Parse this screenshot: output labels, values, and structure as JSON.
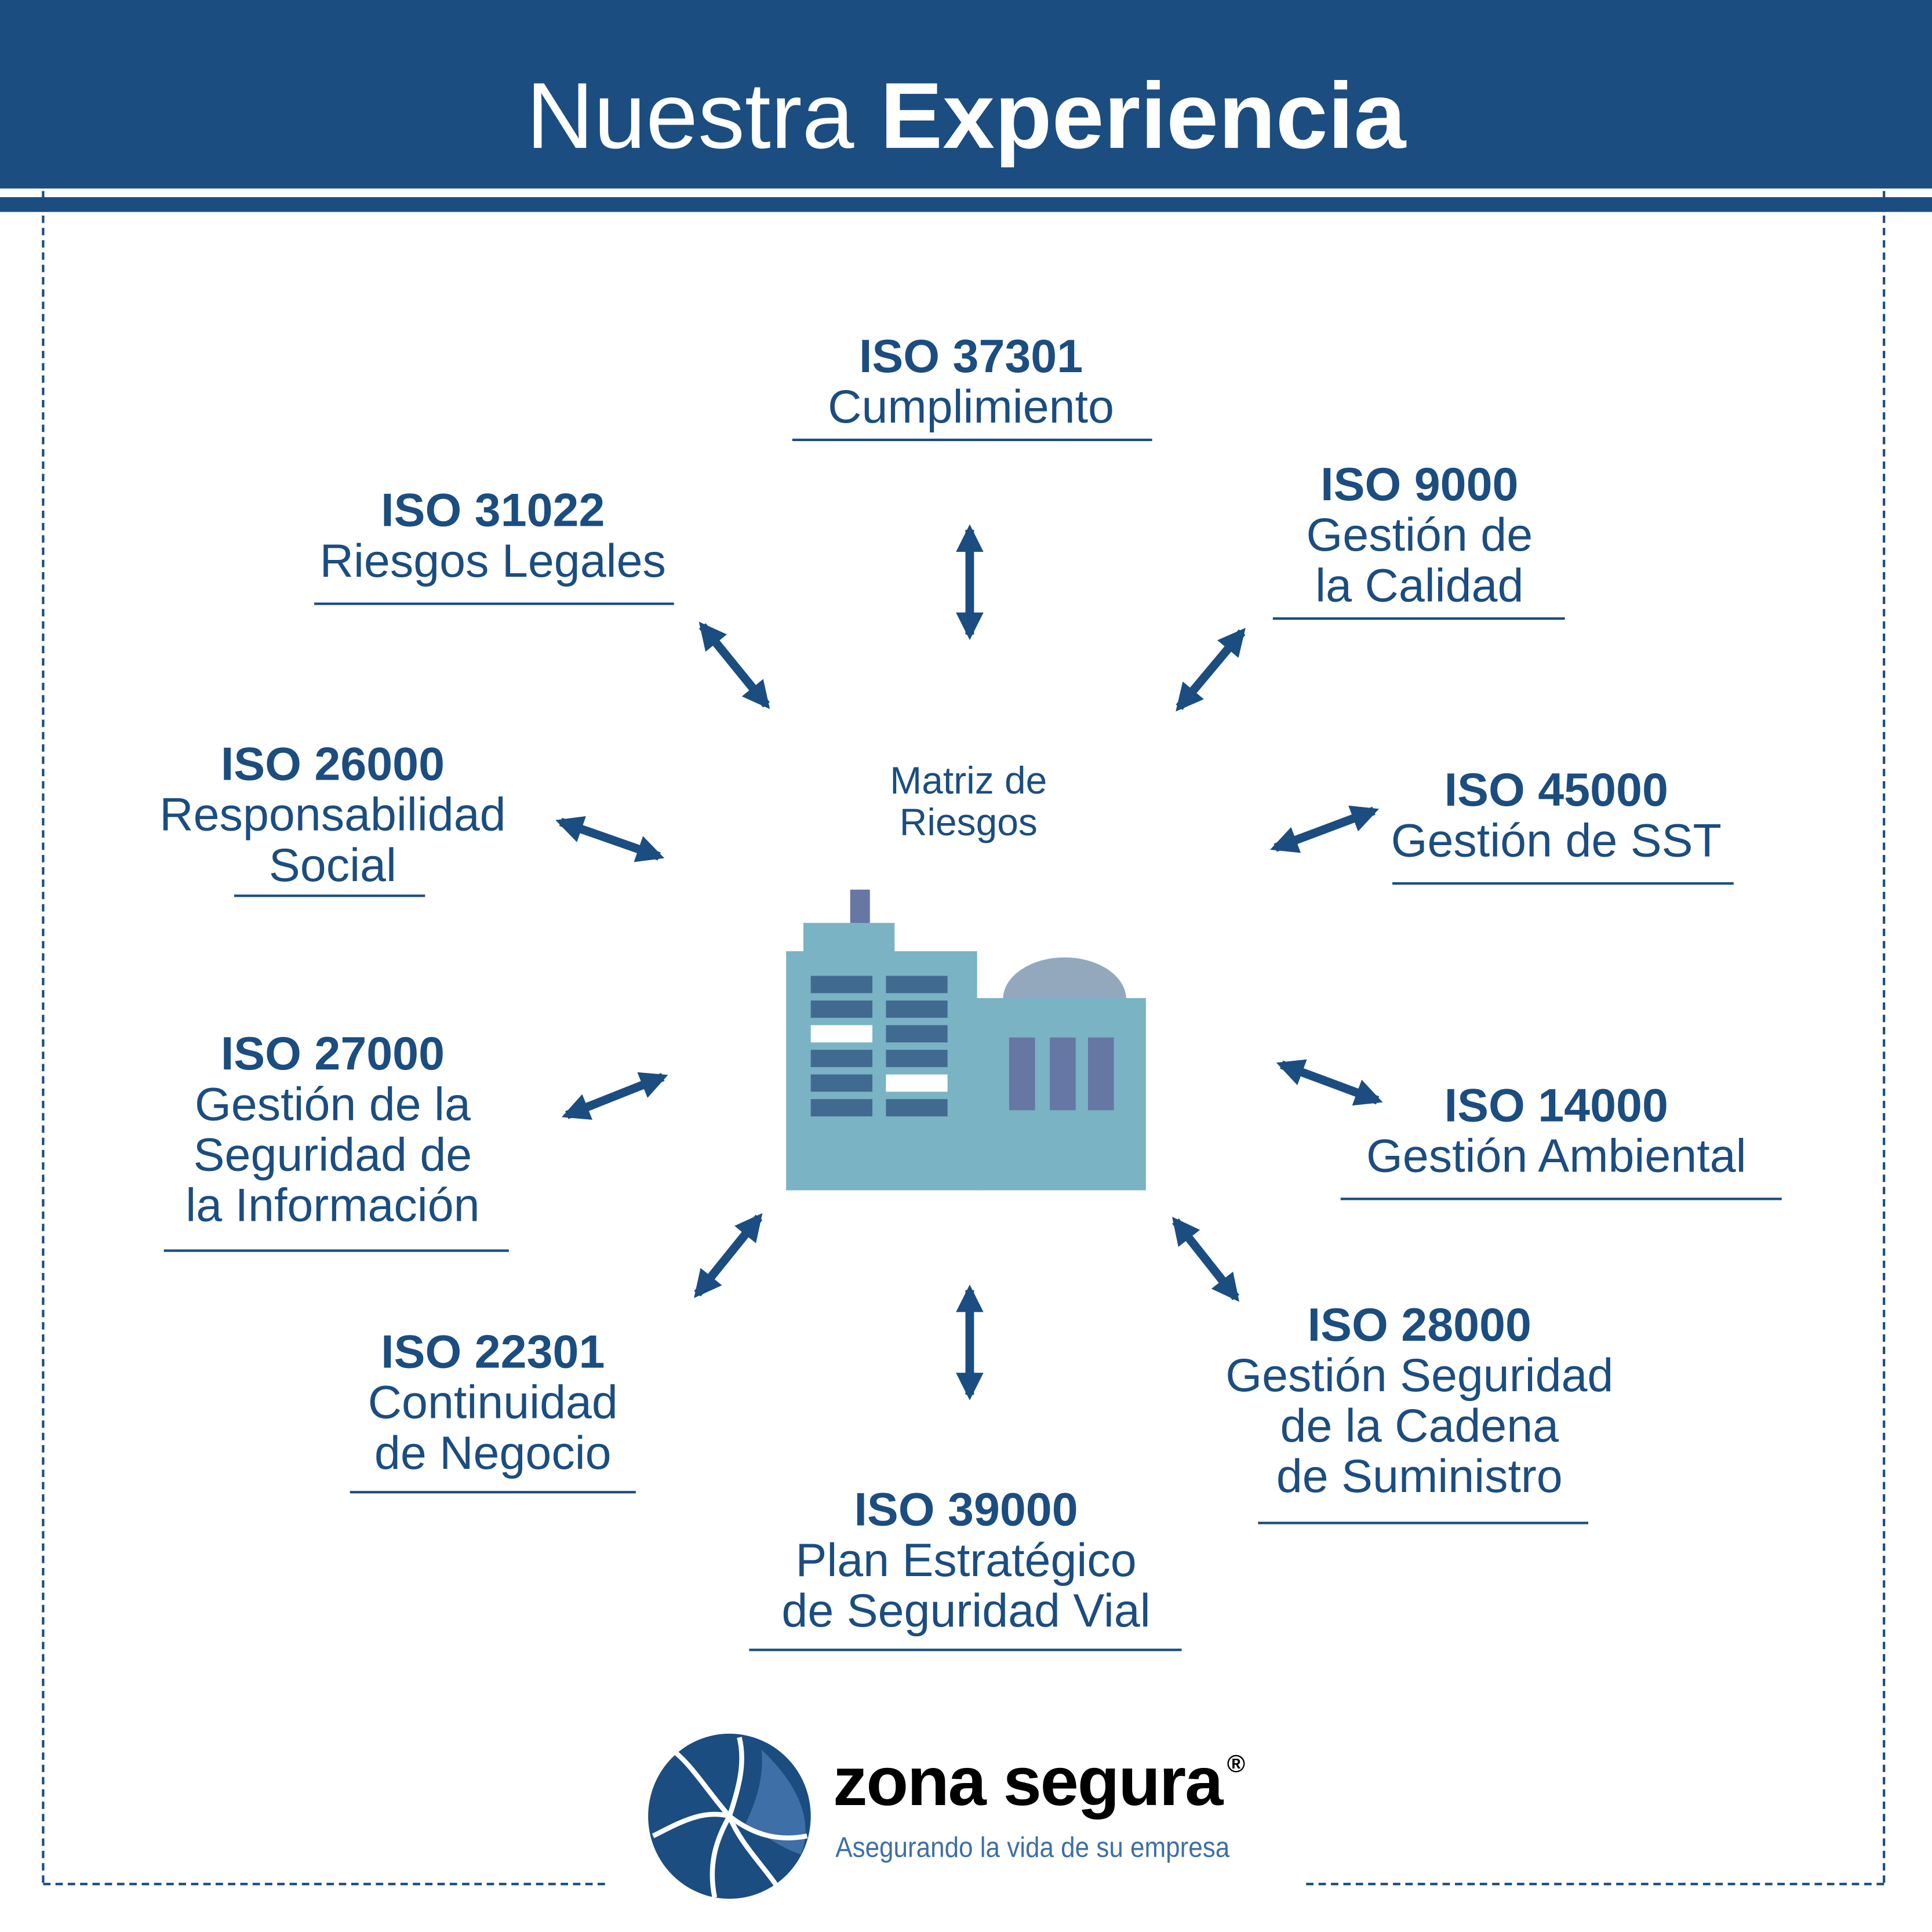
{
  "header": {
    "title_light": "Nuestra",
    "title_bold": "Experiencia"
  },
  "center": {
    "line1": "Matriz de",
    "line2": "Riesgos"
  },
  "items": [
    {
      "code": "ISO 37301",
      "lines": [
        "Cumplimiento"
      ]
    },
    {
      "code": "ISO 31022",
      "lines": [
        "Riesgos Legales"
      ]
    },
    {
      "code": "ISO 9000",
      "lines": [
        "Gestión de",
        "la Calidad"
      ]
    },
    {
      "code": "ISO 26000",
      "lines": [
        "Responsabilidad",
        "Social"
      ]
    },
    {
      "code": "ISO 45000",
      "lines": [
        "Gestión de SST"
      ]
    },
    {
      "code": "ISO 27000",
      "lines": [
        "Gestión de la",
        "Seguridad de",
        "la Información"
      ]
    },
    {
      "code": "ISO 14000",
      "lines": [
        "Gestión Ambiental"
      ]
    },
    {
      "code": "ISO 22301",
      "lines": [
        "Continuidad",
        "de Negocio"
      ]
    },
    {
      "code": "ISO 28000",
      "lines": [
        "Gestión Seguridad",
        "de la Cadena",
        "de Suministro"
      ]
    },
    {
      "code": "ISO 39000",
      "lines": [
        "Plan Estratégico",
        "de Seguridad Vial"
      ]
    }
  ],
  "logo": {
    "brand": "zona segura",
    "registered": "®",
    "tagline": "Asegurando la vida de su empresa"
  },
  "colors": {
    "primary": "#1b4d80",
    "building": "#79b3c4",
    "window": "#416a90",
    "accent_window": "#6577a2",
    "dome": "#93a8bd",
    "tagline": "#3e6fa6"
  }
}
